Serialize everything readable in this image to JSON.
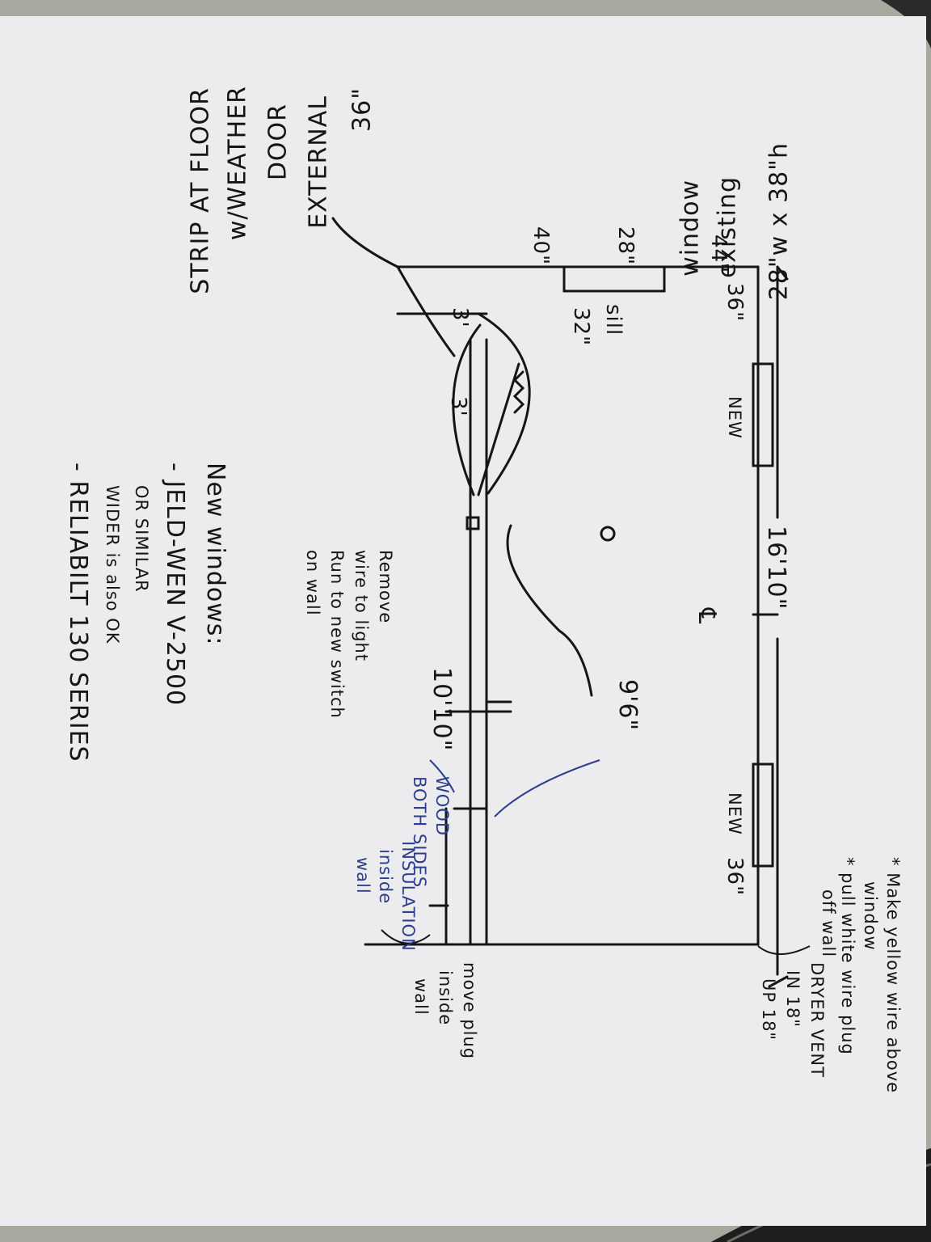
{
  "diagram": {
    "dimensions": {
      "top_wall": "16'10\"",
      "bottom_wall": "10'10\"",
      "right_wall": "9'6\"",
      "left_window_offset": "44\"",
      "left_door_offset": "40\"",
      "window_width": "28\"",
      "sill": "sill",
      "sill_height": "32\"",
      "new_window_top_offset": "36\"",
      "new_window_right_offset": "36\"",
      "door_panel_a": "3'",
      "door_panel_b": "3'",
      "centerline": "℄"
    },
    "labels": {
      "existing_window_size": "28\"w x 38\"h",
      "existing_window_1": "existing",
      "existing_window_2": "window",
      "door_1": "36\"",
      "door_2": "EXTERNAL",
      "door_3": "DOOR",
      "door_4": "w/WEATHER",
      "door_5": "STRIP AT FLOOR",
      "new_window_top": "NEW",
      "new_window_right": "NEW",
      "remove_1": "Remove",
      "remove_2": "wire to light",
      "remove_3": "Run to new switch",
      "remove_4": "on wall",
      "move_plug_1": "move plug",
      "move_plug_2": "inside",
      "move_plug_3": "wall",
      "dryer_1": "DRYER VENT",
      "dryer_2": "IN 18\"",
      "dryer_3": "UP 18\"",
      "note_1": "* Make yellow wire above",
      "note_2": "window",
      "note_3": "* pull white wire        plug",
      "note_4": "off wall",
      "wood_1": "WOOD",
      "wood_2": "BOTH SIDES",
      "insulation_1": "INSULATION",
      "insulation_2": "inside",
      "insulation_3": "wall",
      "new_windows_title": "New windows:",
      "new_windows_1": "- JELD-WEN V-2500",
      "new_windows_2": "OR SIMILAR",
      "new_windows_3": "WIDER is also OK",
      "new_windows_4": "- RELIABILT 130 SERIES"
    },
    "colors": {
      "paper": "#ecebee",
      "ink": "#151515",
      "blue_ink": "#2c3e8c",
      "background": "#a9aba0"
    }
  }
}
